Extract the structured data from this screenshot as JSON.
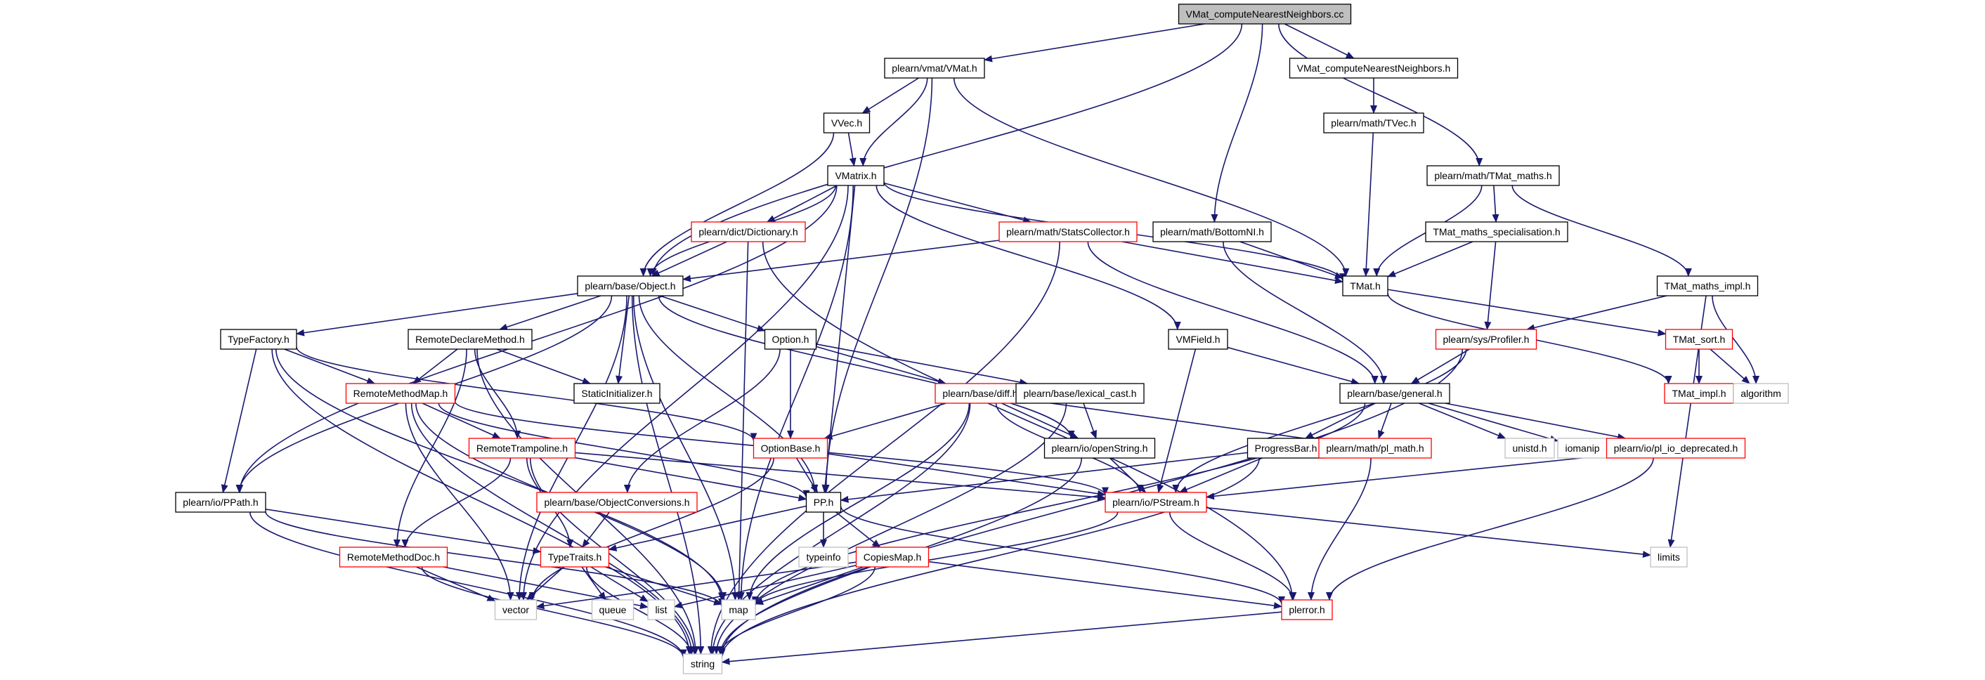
{
  "diagram": {
    "colors": {
      "edge": "#191970",
      "root_fill": "#bfbfbf",
      "border_normal": "#000000",
      "border_truncated": "#ff0000",
      "border_external": "#bfbfbf",
      "text": "#000000"
    },
    "nodes": [
      {
        "id": "root",
        "label": "VMat_computeNearestNeighbors.cc",
        "style": "root"
      },
      {
        "id": "vmat",
        "label": "plearn/vmat/VMat.h",
        "style": "normal"
      },
      {
        "id": "vmcnn",
        "label": "VMat_computeNearestNeighbors.h",
        "style": "normal"
      },
      {
        "id": "tvec",
        "label": "plearn/math/TVec.h",
        "style": "normal"
      },
      {
        "id": "tmatmaths",
        "label": "plearn/math/TMat_maths.h",
        "style": "normal"
      },
      {
        "id": "vvec",
        "label": "VVec.h",
        "style": "normal"
      },
      {
        "id": "vmatrix",
        "label": "VMatrix.h",
        "style": "normal"
      },
      {
        "id": "dictionary",
        "label": "plearn/dict/Dictionary.h",
        "style": "truncated"
      },
      {
        "id": "statscollector",
        "label": "plearn/math/StatsCollector.h",
        "style": "truncated"
      },
      {
        "id": "bottomni",
        "label": "plearn/math/BottomNI.h",
        "style": "normal"
      },
      {
        "id": "tmatmathsspec",
        "label": "TMat_maths_specialisation.h",
        "style": "normal"
      },
      {
        "id": "object",
        "label": "plearn/base/Object.h",
        "style": "normal"
      },
      {
        "id": "tmat",
        "label": "TMat.h",
        "style": "normal"
      },
      {
        "id": "tmatmathsimpl",
        "label": "TMat_maths_impl.h",
        "style": "normal"
      },
      {
        "id": "typefactory",
        "label": "TypeFactory.h",
        "style": "normal"
      },
      {
        "id": "remotedeclare",
        "label": "RemoteDeclareMethod.h",
        "style": "normal"
      },
      {
        "id": "option",
        "label": "Option.h",
        "style": "normal"
      },
      {
        "id": "vmfield",
        "label": "VMField.h",
        "style": "normal"
      },
      {
        "id": "profiler",
        "label": "plearn/sys/Profiler.h",
        "style": "truncated"
      },
      {
        "id": "tmatsort",
        "label": "TMat_sort.h",
        "style": "truncated"
      },
      {
        "id": "remotemethodmap",
        "label": "RemoteMethodMap.h",
        "style": "truncated"
      },
      {
        "id": "staticinit",
        "label": "StaticInitializer.h",
        "style": "normal"
      },
      {
        "id": "diff",
        "label": "plearn/base/diff.h",
        "style": "truncated"
      },
      {
        "id": "lexicalcast",
        "label": "plearn/base/lexical_cast.h",
        "style": "normal"
      },
      {
        "id": "general",
        "label": "plearn/base/general.h",
        "style": "normal"
      },
      {
        "id": "tmatimpl",
        "label": "TMat_impl.h",
        "style": "truncated"
      },
      {
        "id": "algorithm",
        "label": "algorithm",
        "style": "external"
      },
      {
        "id": "remotetrampoline",
        "label": "RemoteTrampoline.h",
        "style": "truncated"
      },
      {
        "id": "optionbase",
        "label": "OptionBase.h",
        "style": "truncated"
      },
      {
        "id": "openstring",
        "label": "plearn/io/openString.h",
        "style": "normal"
      },
      {
        "id": "progressbar",
        "label": "ProgressBar.h",
        "style": "normal"
      },
      {
        "id": "plmath",
        "label": "plearn/math/pl_math.h",
        "style": "truncated"
      },
      {
        "id": "unistd",
        "label": "unistd.h",
        "style": "external"
      },
      {
        "id": "iomanip",
        "label": "iomanip",
        "style": "external"
      },
      {
        "id": "pliodep",
        "label": "plearn/io/pl_io_deprecated.h",
        "style": "truncated"
      },
      {
        "id": "ppath",
        "label": "plearn/io/PPath.h",
        "style": "normal"
      },
      {
        "id": "objconv",
        "label": "plearn/base/ObjectConversions.h",
        "style": "truncated"
      },
      {
        "id": "pp",
        "label": "PP.h",
        "style": "normal"
      },
      {
        "id": "pstream",
        "label": "plearn/io/PStream.h",
        "style": "truncated"
      },
      {
        "id": "remotemethoddoc",
        "label": "RemoteMethodDoc.h",
        "style": "truncated"
      },
      {
        "id": "typetraits",
        "label": "TypeTraits.h",
        "style": "truncated"
      },
      {
        "id": "typeinfo",
        "label": "typeinfo",
        "style": "external"
      },
      {
        "id": "copiesmap",
        "label": "CopiesMap.h",
        "style": "truncated"
      },
      {
        "id": "limits",
        "label": "limits",
        "style": "external"
      },
      {
        "id": "vector",
        "label": "vector",
        "style": "external"
      },
      {
        "id": "queue",
        "label": "queue",
        "style": "external"
      },
      {
        "id": "list",
        "label": "list",
        "style": "external"
      },
      {
        "id": "map",
        "label": "map",
        "style": "external"
      },
      {
        "id": "plerror",
        "label": "plerror.h",
        "style": "truncated"
      },
      {
        "id": "string",
        "label": "string",
        "style": "external"
      }
    ],
    "edges": [
      [
        "root",
        "vmat"
      ],
      [
        "root",
        "vmcnn"
      ],
      [
        "root",
        "tmatmaths"
      ],
      [
        "root",
        "bottomni"
      ],
      [
        "root",
        "object"
      ],
      [
        "vmat",
        "vvec"
      ],
      [
        "vmat",
        "vmatrix"
      ],
      [
        "vmat",
        "tmat"
      ],
      [
        "vmat",
        "pp"
      ],
      [
        "vmcnn",
        "tvec"
      ],
      [
        "tvec",
        "tmat"
      ],
      [
        "tmatmaths",
        "tmatmathsspec"
      ],
      [
        "tmatmaths",
        "tmat"
      ],
      [
        "tmatmaths",
        "tmatmathsimpl"
      ],
      [
        "vvec",
        "vmatrix"
      ],
      [
        "vvec",
        "object"
      ],
      [
        "vmatrix",
        "dictionary"
      ],
      [
        "vmatrix",
        "statscollector"
      ],
      [
        "vmatrix",
        "object"
      ],
      [
        "vmatrix",
        "tmat"
      ],
      [
        "vmatrix",
        "vmfield"
      ],
      [
        "vmatrix",
        "pp"
      ],
      [
        "vmatrix",
        "ppath"
      ],
      [
        "vmatrix",
        "vector"
      ],
      [
        "dictionary",
        "object"
      ],
      [
        "dictionary",
        "map"
      ],
      [
        "dictionary",
        "plerror"
      ],
      [
        "statscollector",
        "object"
      ],
      [
        "statscollector",
        "tmat"
      ],
      [
        "statscollector",
        "general"
      ],
      [
        "statscollector",
        "string"
      ],
      [
        "bottomni",
        "tmat"
      ],
      [
        "bottomni",
        "general"
      ],
      [
        "tmatmathsspec",
        "tmat"
      ],
      [
        "tmatmathsspec",
        "profiler"
      ],
      [
        "tmatmathsimpl",
        "profiler"
      ],
      [
        "tmatmathsimpl",
        "algorithm"
      ],
      [
        "tmatmathsimpl",
        "limits"
      ],
      [
        "tmat",
        "tmatsort"
      ],
      [
        "tmat",
        "tmatimpl"
      ],
      [
        "tmatsort",
        "tmatimpl"
      ],
      [
        "tmatsort",
        "algorithm"
      ],
      [
        "object",
        "typefactory"
      ],
      [
        "object",
        "remotedeclare"
      ],
      [
        "object",
        "option"
      ],
      [
        "object",
        "staticinit"
      ],
      [
        "object",
        "pp"
      ],
      [
        "object",
        "openstring"
      ],
      [
        "object",
        "map"
      ],
      [
        "object",
        "ppath"
      ],
      [
        "object",
        "string"
      ],
      [
        "typefactory",
        "remotemethodmap"
      ],
      [
        "typefactory",
        "optionbase"
      ],
      [
        "typefactory",
        "ppath"
      ],
      [
        "typefactory",
        "map"
      ],
      [
        "typefactory",
        "string"
      ],
      [
        "remotedeclare",
        "remotemethodmap"
      ],
      [
        "remotedeclare",
        "remotetrampoline"
      ],
      [
        "remotedeclare",
        "staticinit"
      ],
      [
        "remotedeclare",
        "remotemethoddoc"
      ],
      [
        "remotedeclare",
        "string"
      ],
      [
        "remotemethodmap",
        "remotetrampoline"
      ],
      [
        "remotemethodmap",
        "pp"
      ],
      [
        "remotemethodmap",
        "map"
      ],
      [
        "remotemethodmap",
        "vector"
      ],
      [
        "remotemethodmap",
        "string"
      ],
      [
        "remotemethodmap",
        "pstream"
      ],
      [
        "option",
        "diff"
      ],
      [
        "option",
        "optionbase"
      ],
      [
        "option",
        "lexicalcast"
      ],
      [
        "option",
        "objconv"
      ],
      [
        "vmfield",
        "general"
      ],
      [
        "vmfield",
        "pstream"
      ],
      [
        "profiler",
        "general"
      ],
      [
        "profiler",
        "pstream"
      ],
      [
        "profiler",
        "string"
      ],
      [
        "diff",
        "optionbase"
      ],
      [
        "diff",
        "openstring"
      ],
      [
        "diff",
        "plmath"
      ],
      [
        "diff",
        "pstream"
      ],
      [
        "diff",
        "map"
      ],
      [
        "diff",
        "string"
      ],
      [
        "lexicalcast",
        "openstring"
      ],
      [
        "lexicalcast",
        "string"
      ],
      [
        "general",
        "progressbar"
      ],
      [
        "general",
        "plmath"
      ],
      [
        "general",
        "unistd"
      ],
      [
        "general",
        "iomanip"
      ],
      [
        "general",
        "pliodep"
      ],
      [
        "general",
        "map"
      ],
      [
        "remotetrampoline",
        "pp"
      ],
      [
        "remotetrampoline",
        "typetraits"
      ],
      [
        "remotetrampoline",
        "remotemethoddoc"
      ],
      [
        "remotetrampoline",
        "pstream"
      ],
      [
        "remotetrampoline",
        "string"
      ],
      [
        "optionbase",
        "pp"
      ],
      [
        "optionbase",
        "pstream"
      ],
      [
        "optionbase",
        "vector"
      ],
      [
        "openstring",
        "pstream"
      ],
      [
        "openstring",
        "string"
      ],
      [
        "progressbar",
        "pp"
      ],
      [
        "progressbar",
        "pstream"
      ],
      [
        "progressbar",
        "string"
      ],
      [
        "plmath",
        "plerror"
      ],
      [
        "pliodep",
        "pstream"
      ],
      [
        "pliodep",
        "plerror"
      ],
      [
        "ppath",
        "typetraits"
      ],
      [
        "ppath",
        "string"
      ],
      [
        "ppath",
        "map"
      ],
      [
        "objconv",
        "typetraits"
      ],
      [
        "pp",
        "typetraits"
      ],
      [
        "pp",
        "typeinfo"
      ],
      [
        "pp",
        "copiesmap"
      ],
      [
        "pp",
        "plerror"
      ],
      [
        "pstream",
        "plerror"
      ],
      [
        "pstream",
        "limits"
      ],
      [
        "pstream",
        "map"
      ],
      [
        "remotemethoddoc",
        "vector"
      ],
      [
        "remotemethoddoc",
        "list"
      ],
      [
        "remotemethoddoc",
        "string"
      ],
      [
        "typetraits",
        "vector"
      ],
      [
        "typetraits",
        "queue"
      ],
      [
        "typetraits",
        "list"
      ],
      [
        "typetraits",
        "map"
      ],
      [
        "typetraits",
        "string"
      ],
      [
        "copiesmap",
        "map"
      ],
      [
        "copiesmap",
        "vector"
      ],
      [
        "copiesmap",
        "list"
      ],
      [
        "copiesmap",
        "string"
      ],
      [
        "copiesmap",
        "plerror"
      ],
      [
        "plerror",
        "string"
      ],
      [
        "vmatrix",
        "map"
      ],
      [
        "object",
        "vector"
      ]
    ]
  }
}
